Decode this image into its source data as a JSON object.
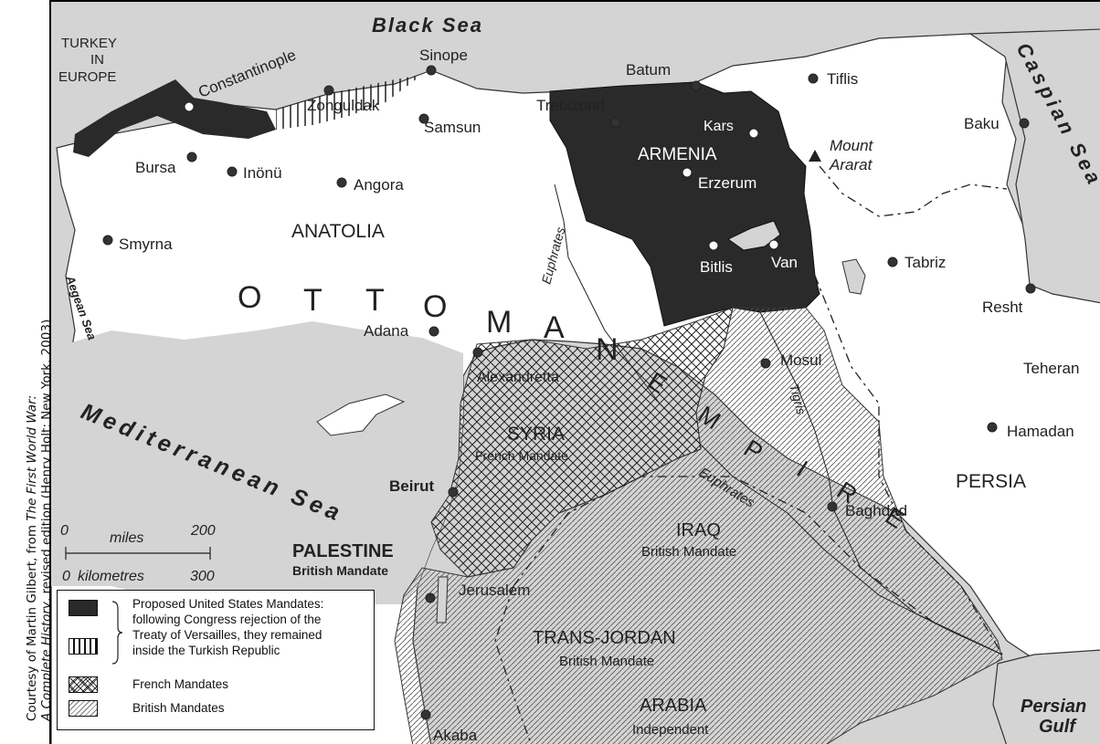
{
  "credit": {
    "line1_prefix": "Courtesy of Martin Gilbert, from ",
    "line1_title": "The First World War:",
    "line2_title": "A Complete History",
    "line2_suffix": ", revised edition (Henry Holt: New York, 2003)"
  },
  "seas": {
    "black_sea": "Black Sea",
    "caspian_sea": "Caspian Sea",
    "mediterranean_sea": "Mediterranean Sea",
    "aegean_sea": "Aegean Sea",
    "persian_gulf_1": "Persian",
    "persian_gulf_2": "Gulf"
  },
  "regions": {
    "turkey_in_europe_1": "TURKEY",
    "turkey_in_europe_2": "IN",
    "turkey_in_europe_3": "EUROPE",
    "anatolia": "ANATOLIA",
    "armenia": "ARMENIA",
    "ottoman_empire_letters": [
      "O",
      "T",
      "T",
      "O",
      "M",
      "A",
      "N",
      "E",
      "M",
      "P",
      "I",
      "R",
      "E"
    ],
    "syria": "SYRIA",
    "syria_sub": "French Mandate",
    "palestine": "PALESTINE",
    "palestine_sub": "British Mandate",
    "iraq": "IRAQ",
    "iraq_sub": "British Mandate",
    "transjordan": "TRANS-JORDAN",
    "transjordan_sub": "British Mandate",
    "arabia": "ARABIA",
    "arabia_sub": "Independent",
    "persia": "PERSIA",
    "mount_ararat_1": "Mount",
    "mount_ararat_2": "Ararat"
  },
  "rivers": {
    "euphrates_north": "Euphrates",
    "euphrates_south": "Euphrates",
    "tigris": "Tigris"
  },
  "cities": [
    {
      "name": "Constantinople"
    },
    {
      "name": "Sinope"
    },
    {
      "name": "Zonguldak"
    },
    {
      "name": "Samsun"
    },
    {
      "name": "Batum"
    },
    {
      "name": "Tiflis"
    },
    {
      "name": "Trebizond"
    },
    {
      "name": "Kars"
    },
    {
      "name": "Baku"
    },
    {
      "name": "Erzerum"
    },
    {
      "name": "Bursa"
    },
    {
      "name": "Inönü"
    },
    {
      "name": "Angora"
    },
    {
      "name": "Smyrna"
    },
    {
      "name": "Bitlis"
    },
    {
      "name": "Van"
    },
    {
      "name": "Tabriz"
    },
    {
      "name": "Resht"
    },
    {
      "name": "Adana"
    },
    {
      "name": "Mosul"
    },
    {
      "name": "Teheran"
    },
    {
      "name": "Alexandretta"
    },
    {
      "name": "Hamadan"
    },
    {
      "name": "Beirut"
    },
    {
      "name": "Baghdad"
    },
    {
      "name": "Jerusalem"
    },
    {
      "name": "Akaba"
    }
  ],
  "scale": {
    "zero_miles": "0",
    "miles": "miles",
    "miles_200": "200",
    "zero_km": "0",
    "kilometres": "kilometres",
    "km_300": "300"
  },
  "legend": {
    "us_line1": "Proposed United States Mandates:",
    "us_line2": "following Congress rejection of the",
    "us_line3": "Treaty of Versailles, they remained",
    "us_line4": "inside the Turkish Republic",
    "french": "French Mandates",
    "british": "British Mandates"
  },
  "colors": {
    "sea": "#d4d4d4",
    "us_mandate": "#2a2a2a",
    "land": "#ffffff"
  }
}
